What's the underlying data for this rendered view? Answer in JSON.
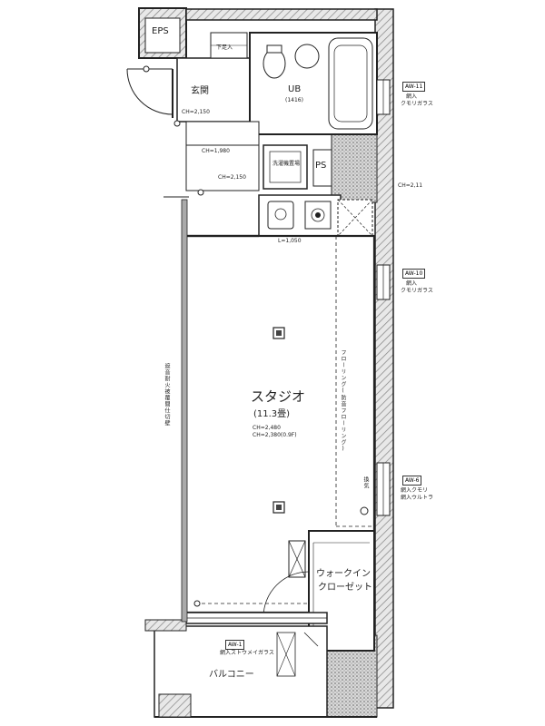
{
  "rooms": {
    "eps": "EPS",
    "entrance": "玄関",
    "ub": "UB",
    "ub_size": "(1416)",
    "ps": "PS",
    "studio": "スタジオ",
    "studio_size": "(11.3畳)",
    "walk_in_closet_1": "ウォークイン",
    "walk_in_closet_2": "クローゼット",
    "balcony": "バルコニー"
  },
  "dimensions": {
    "ch_entrance": "CH=2,150",
    "ch_hall": "CH=1,980",
    "ch_small": "CH=2,150",
    "ch_right": "CH=2,11",
    "kitchen_length": "L=1,050",
    "studio_ch_1": "CH=2,480",
    "studio_ch_2": "CH=2,380(0.9F)"
  },
  "fixtures": {
    "shoe_box": "下足入",
    "washer": "洗濯機置場"
  },
  "windows": {
    "aw_top": {
      "code": "AW-11",
      "note1": "網入",
      "note2": "クモリガラス"
    },
    "aw_mid": {
      "code": "AW-10",
      "note1": "網入",
      "note2": "クモリガラス"
    },
    "aw_low": {
      "code": "AW-6",
      "note1": "網入クモリ",
      "note2": "網入ウルトラ"
    },
    "aw_balcony": {
      "code": "AW-1",
      "note": "網入ストウメイガラス"
    }
  },
  "notes": {
    "left_wall": "遮音耐火被覆間仕切壁",
    "right_dashed": "フローリング(防音フローリング)",
    "right_small": "換気"
  }
}
